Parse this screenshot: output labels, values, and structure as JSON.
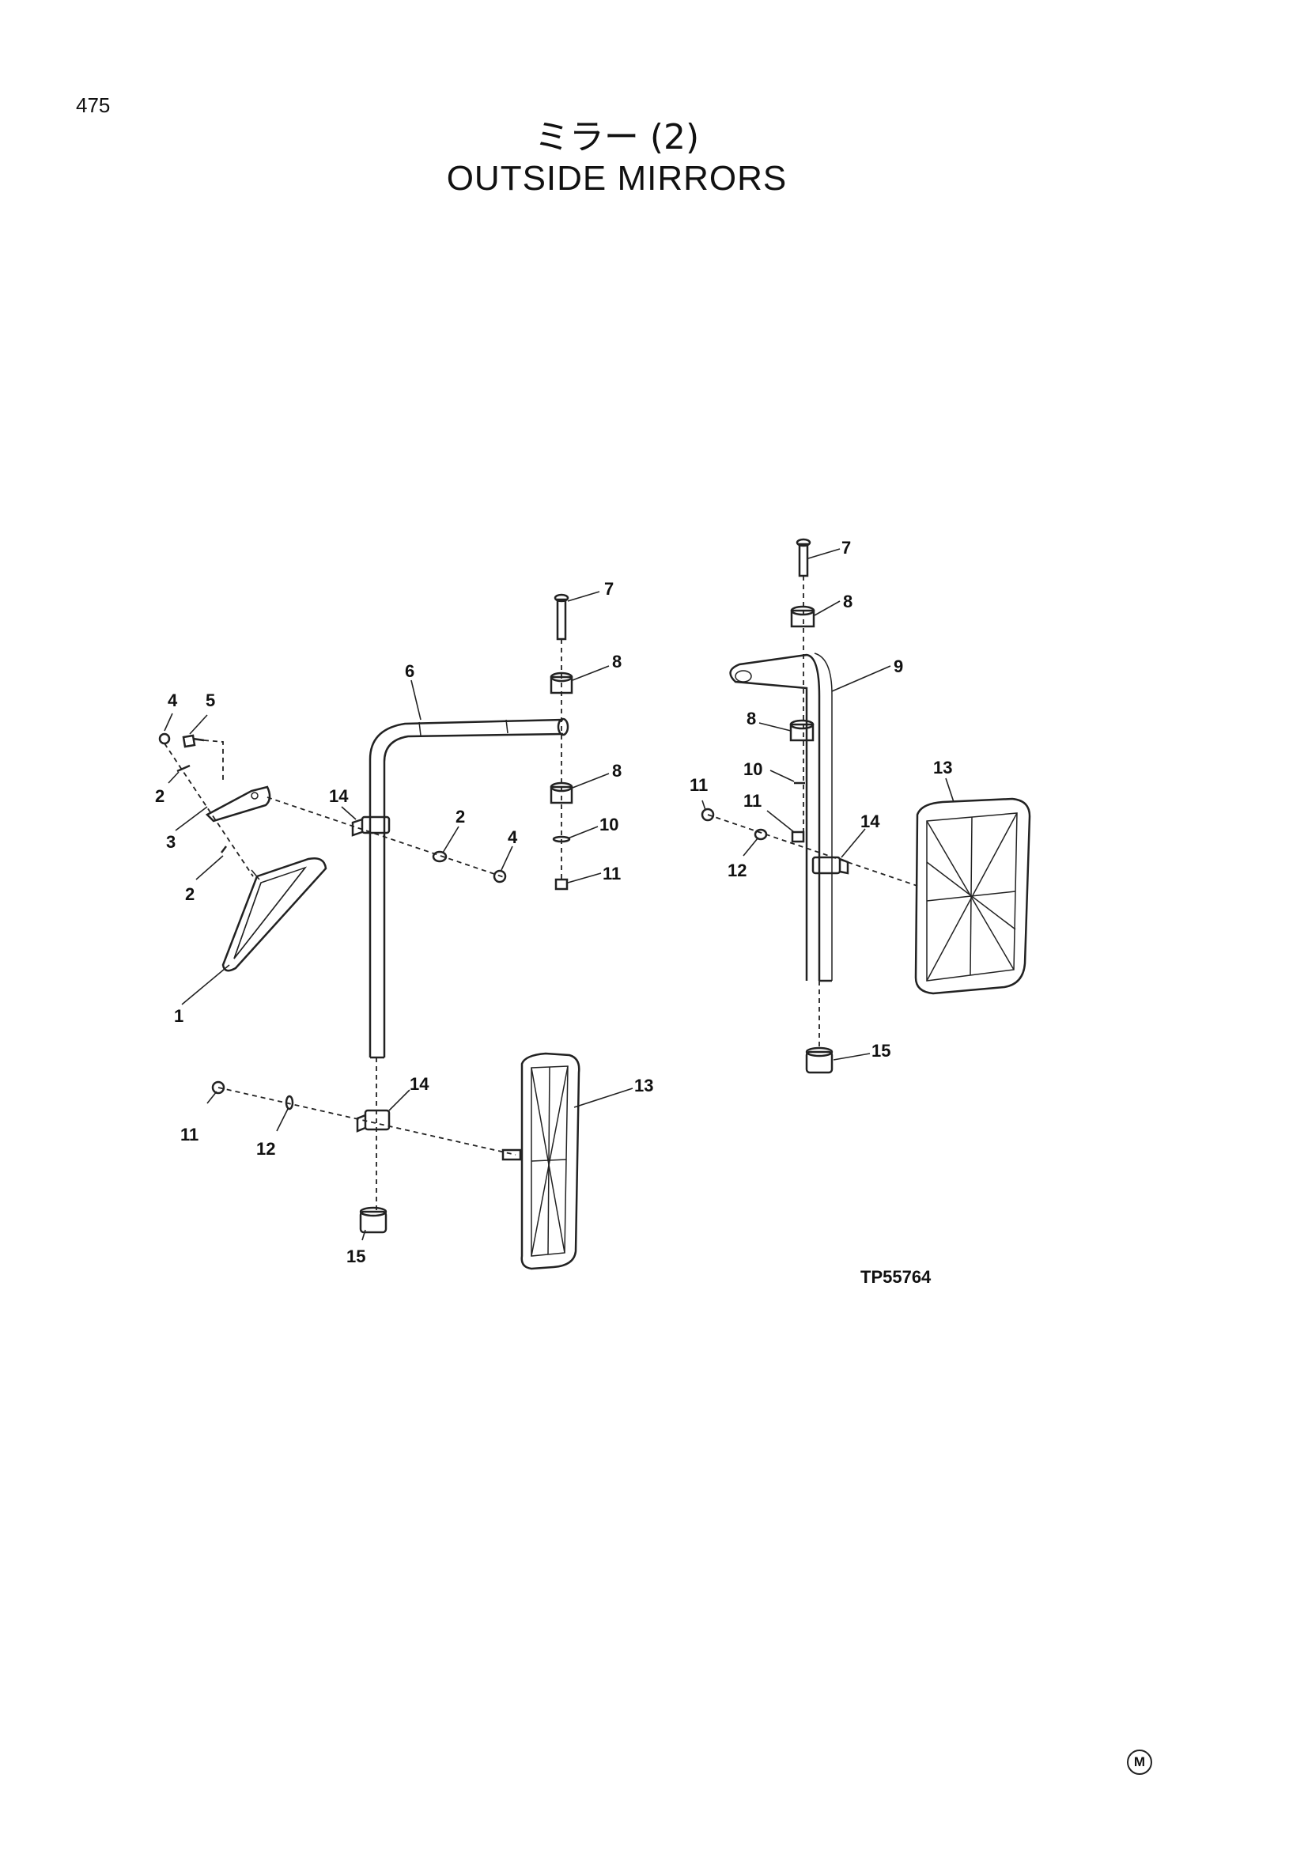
{
  "page": {
    "number": "475"
  },
  "title": {
    "japanese": "ミラー (2)",
    "english": "OUTSIDE MIRRORS"
  },
  "figure": {
    "reference": "TP55764",
    "callouts": {
      "left": [
        "4",
        "5",
        "2",
        "3",
        "2",
        "1",
        "6",
        "14",
        "2",
        "4",
        "7",
        "8",
        "8",
        "10",
        "11",
        "11",
        "12",
        "14",
        "13",
        "15"
      ],
      "right": [
        "7",
        "8",
        "9",
        "8",
        "10",
        "11",
        "11",
        "12",
        "14",
        "13",
        "15"
      ]
    }
  },
  "footer": {
    "mark": "M"
  }
}
